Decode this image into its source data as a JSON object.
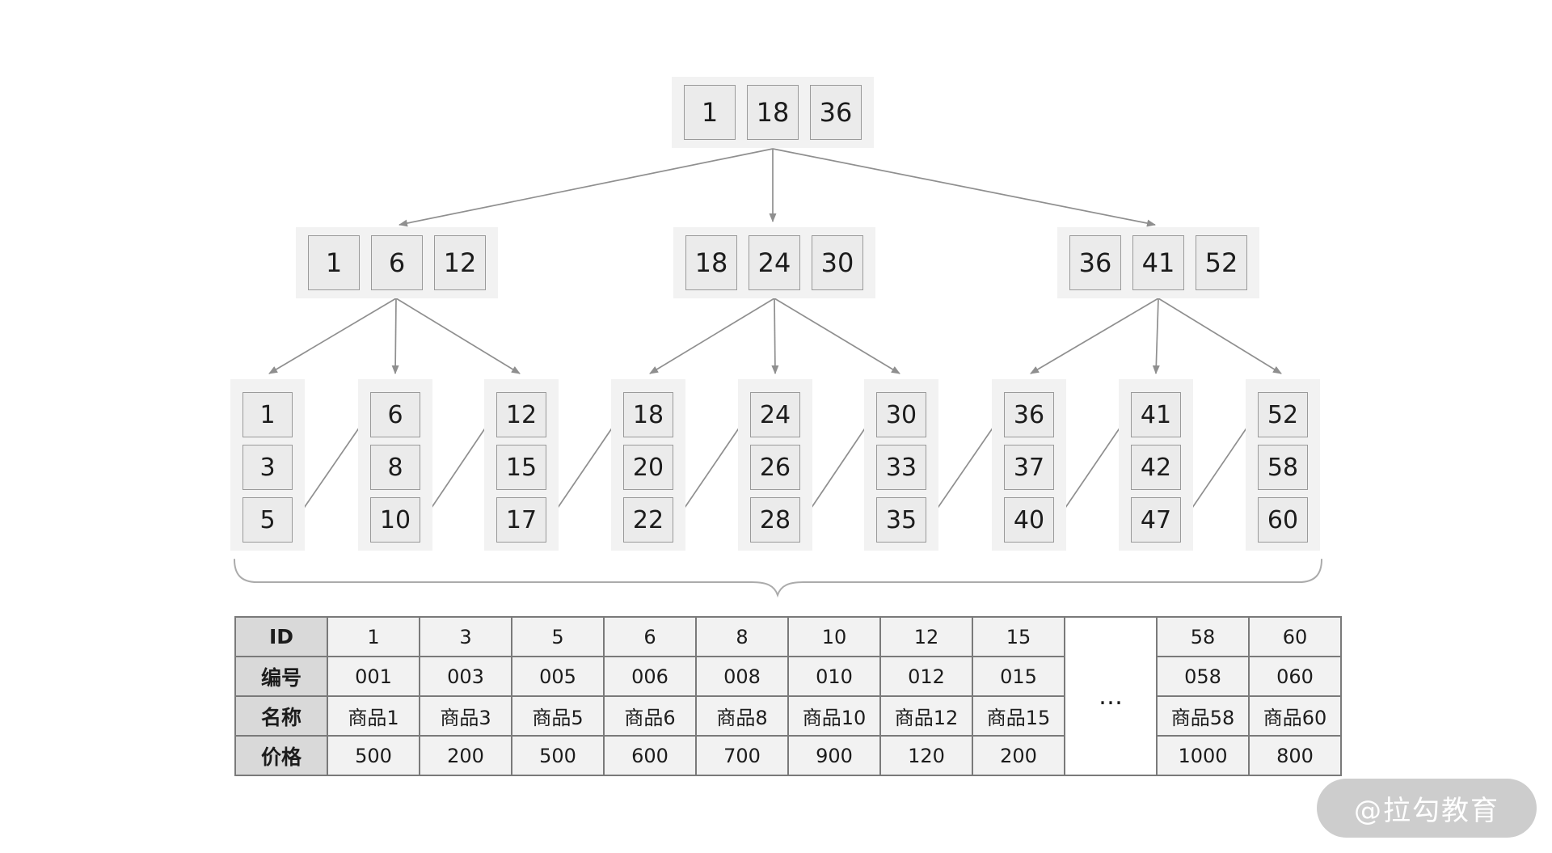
{
  "diagram": {
    "type": "b-plus-tree-index",
    "root": {
      "keys": [
        "1",
        "18",
        "36"
      ]
    },
    "internal": [
      {
        "keys": [
          "1",
          "6",
          "12"
        ]
      },
      {
        "keys": [
          "18",
          "24",
          "30"
        ]
      },
      {
        "keys": [
          "36",
          "41",
          "52"
        ]
      }
    ],
    "leaves": [
      {
        "keys": [
          "1",
          "3",
          "5"
        ]
      },
      {
        "keys": [
          "6",
          "8",
          "10"
        ]
      },
      {
        "keys": [
          "12",
          "15",
          "17"
        ]
      },
      {
        "keys": [
          "18",
          "20",
          "22"
        ]
      },
      {
        "keys": [
          "24",
          "26",
          "28"
        ]
      },
      {
        "keys": [
          "30",
          "33",
          "35"
        ]
      },
      {
        "keys": [
          "36",
          "37",
          "40"
        ]
      },
      {
        "keys": [
          "41",
          "42",
          "47"
        ]
      },
      {
        "keys": [
          "52",
          "58",
          "60"
        ]
      }
    ]
  },
  "table": {
    "row_headers": [
      "ID",
      "编号",
      "名称",
      "价格"
    ],
    "columns": [
      {
        "id": "1",
        "code": "001",
        "name": "商品1",
        "price": "500"
      },
      {
        "id": "3",
        "code": "003",
        "name": "商品3",
        "price": "200"
      },
      {
        "id": "5",
        "code": "005",
        "name": "商品5",
        "price": "500"
      },
      {
        "id": "6",
        "code": "006",
        "name": "商品6",
        "price": "600"
      },
      {
        "id": "8",
        "code": "008",
        "name": "商品8",
        "price": "700"
      },
      {
        "id": "10",
        "code": "010",
        "name": "商品10",
        "price": "900"
      },
      {
        "id": "12",
        "code": "012",
        "name": "商品12",
        "price": "120"
      },
      {
        "id": "15",
        "code": "015",
        "name": "商品15",
        "price": "200"
      },
      {
        "id": "58",
        "code": "058",
        "name": "商品58",
        "price": "1000"
      },
      {
        "id": "60",
        "code": "060",
        "name": "商品60",
        "price": "800"
      }
    ],
    "ellipsis": "…"
  },
  "watermark": {
    "text": "@拉勾教育"
  },
  "colors": {
    "node_background": "#f2f2f2",
    "cell_background": "#ebebeb",
    "cell_border": "#9a9a9a",
    "arrow": "#8f8f8f",
    "table_header_background": "#d9d9d9",
    "table_border": "#7a7a7a",
    "watermark_background": "#c9c9c9"
  }
}
